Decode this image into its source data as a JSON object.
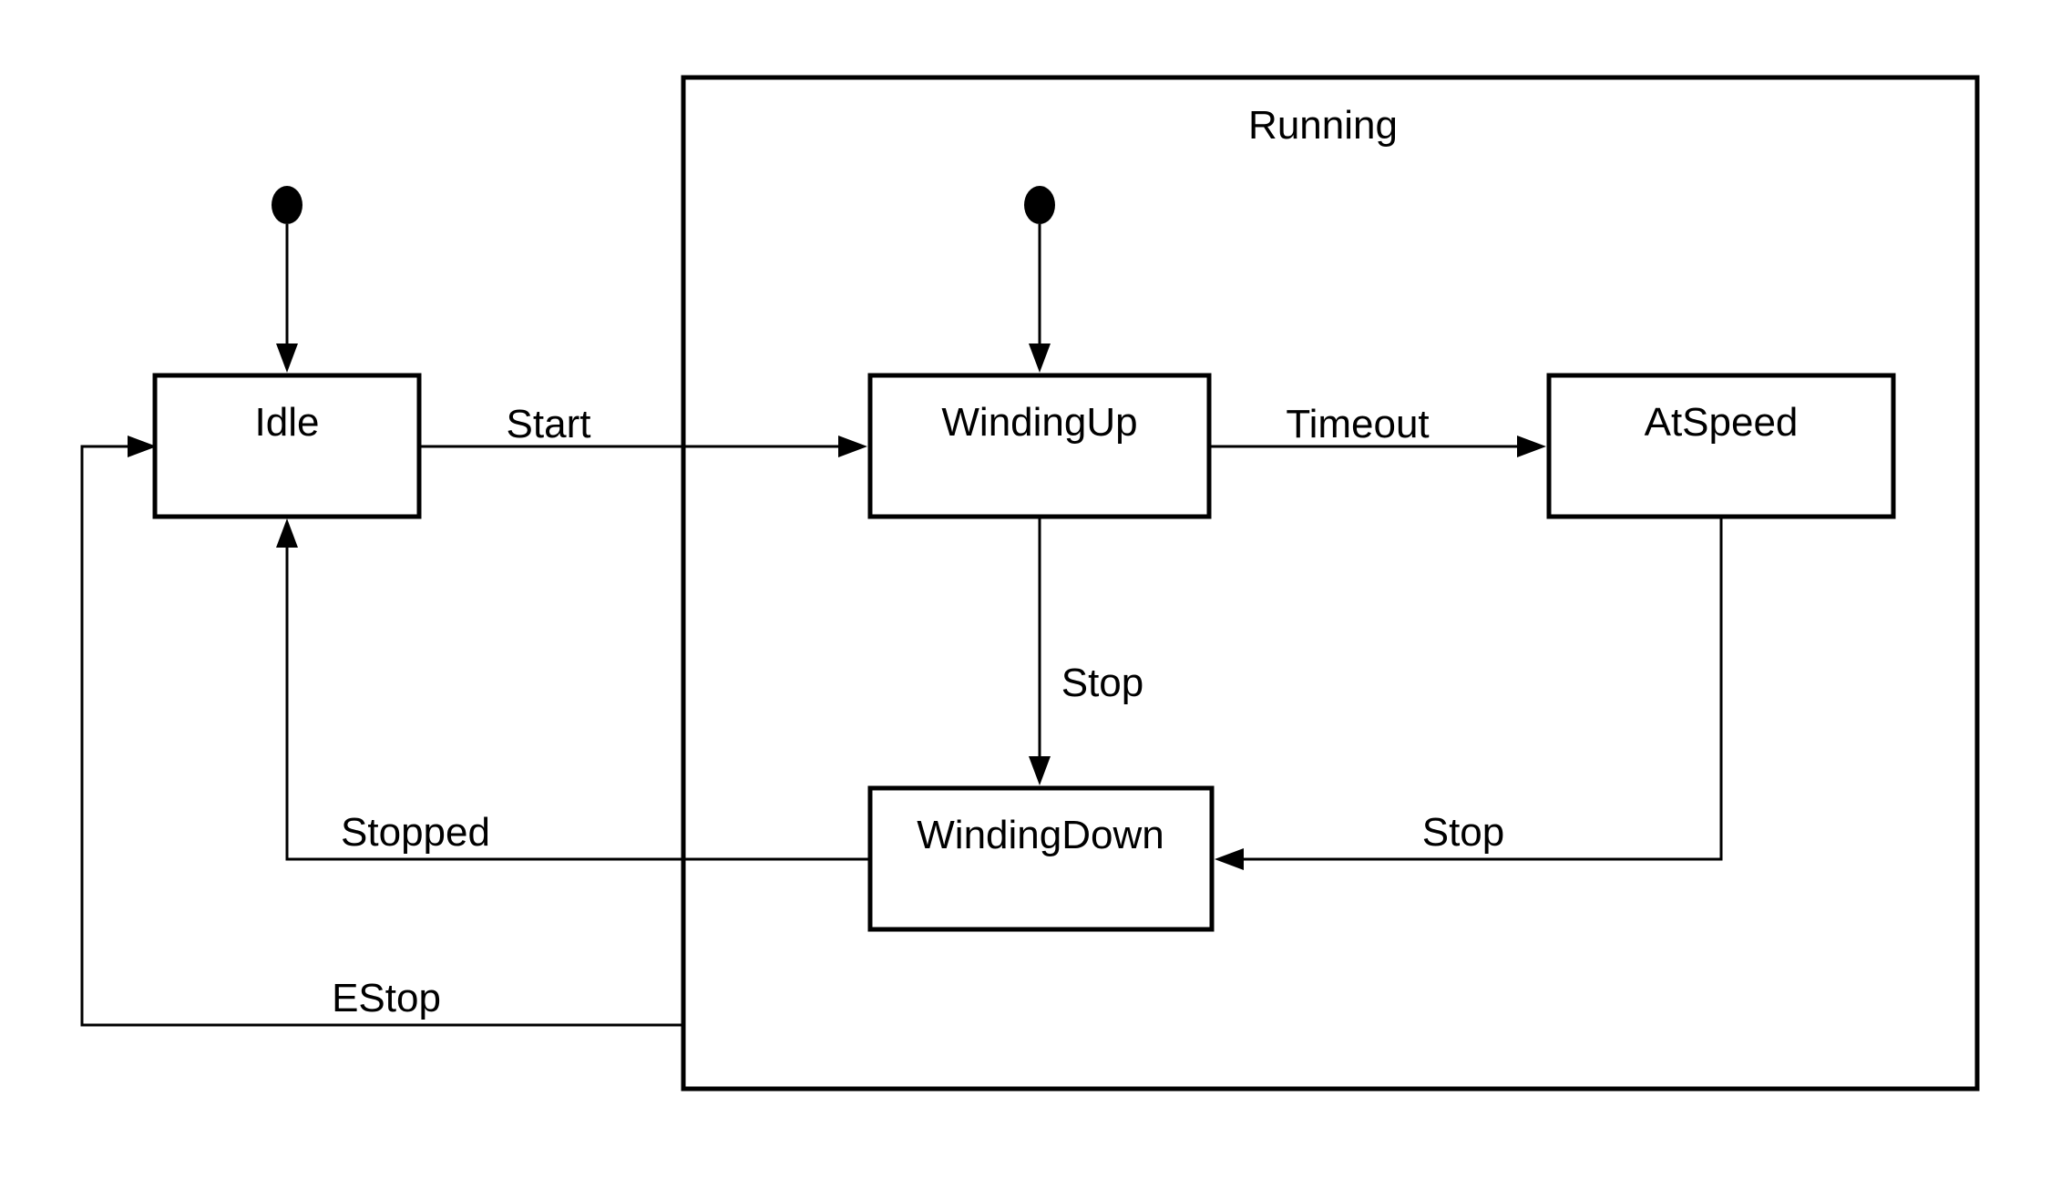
{
  "diagram": {
    "type": "state-machine",
    "colors": {
      "stroke": "#000000",
      "background": "#ffffff",
      "fill": "#ffffff"
    },
    "composite_state": {
      "label": "Running"
    },
    "states": [
      {
        "label": "Idle"
      },
      {
        "label": "WindingUp"
      },
      {
        "label": "AtSpeed"
      },
      {
        "label": "WindingDown"
      }
    ],
    "initial_states": [
      {
        "target": "Idle"
      },
      {
        "target": "WindingUp"
      }
    ],
    "transitions": [
      {
        "from": "initial",
        "to": "Idle",
        "label": ""
      },
      {
        "from": "initial",
        "to": "WindingUp",
        "label": ""
      },
      {
        "from": "Idle",
        "to": "WindingUp",
        "label": "Start"
      },
      {
        "from": "WindingUp",
        "to": "AtSpeed",
        "label": "Timeout"
      },
      {
        "from": "WindingUp",
        "to": "WindingDown",
        "label": "Stop"
      },
      {
        "from": "AtSpeed",
        "to": "WindingDown",
        "label": "Stop"
      },
      {
        "from": "WindingDown",
        "to": "Idle",
        "label": "Stopped"
      },
      {
        "from": "Running",
        "to": "Idle",
        "label": "EStop"
      }
    ]
  }
}
